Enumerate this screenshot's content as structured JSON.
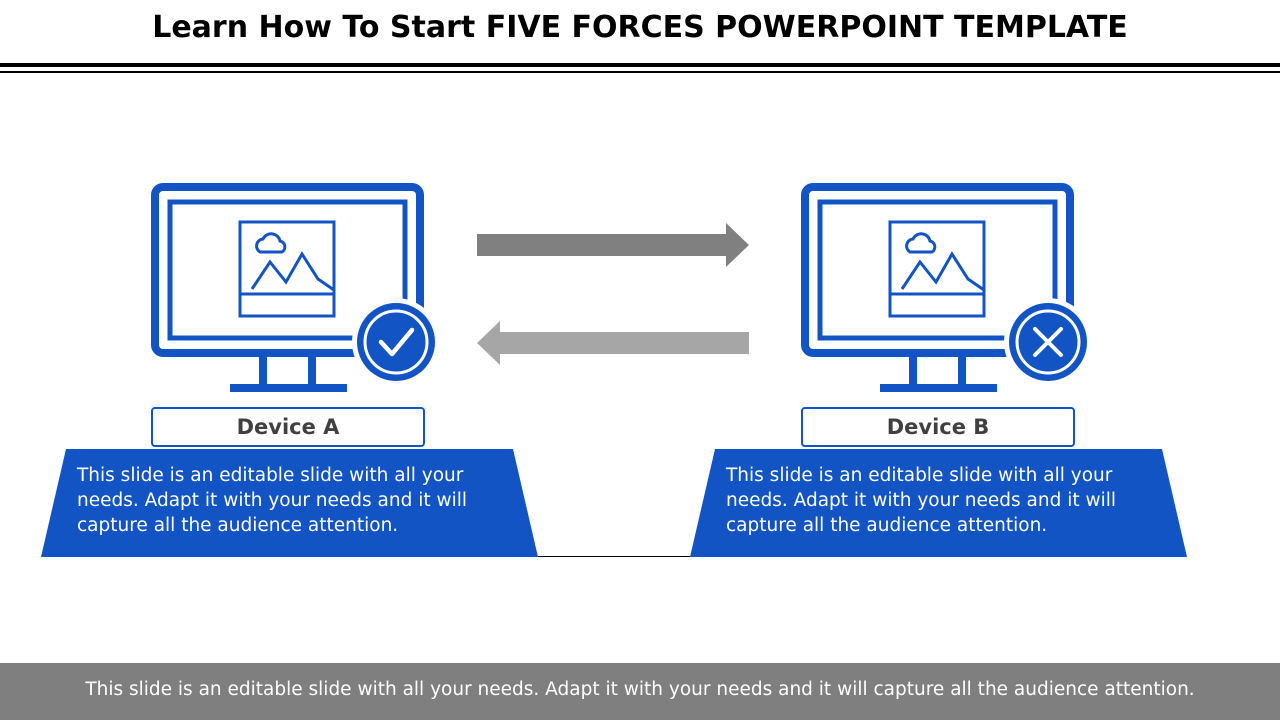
{
  "title": "Learn How To Start FIVE FORCES POWERPOINT TEMPLATE",
  "devices": [
    {
      "label": "Device A",
      "status_icon": "check-circle-icon",
      "description": "This slide is an editable slide with all your needs. Adapt it with your needs and it will capture all the audience attention."
    },
    {
      "label": "Device B",
      "status_icon": "x-circle-icon",
      "description": "This slide is an editable slide with all your needs. Adapt it with your needs and it will capture all the audience attention."
    }
  ],
  "arrows": [
    {
      "direction": "right",
      "color": "#808080"
    },
    {
      "direction": "left",
      "color": "#a6a6a6"
    }
  ],
  "footer": {
    "text": "This slide is an editable slide with all your needs. Adapt it with your needs and it will capture all the audience attention."
  },
  "colors": {
    "accent": "#1254c4",
    "footer_bg": "#7f7f7f"
  }
}
